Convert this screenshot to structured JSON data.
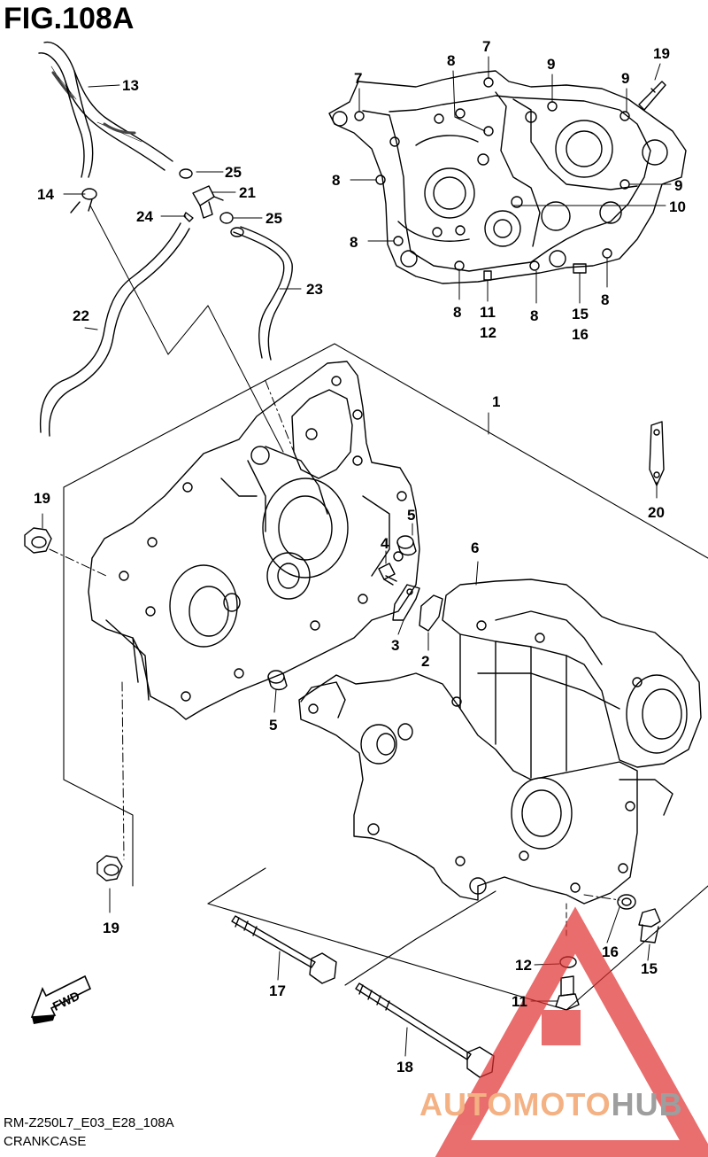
{
  "figure": {
    "title": "FIG.108A",
    "code": "RM-Z250L7_E03_E28_108A",
    "name": "CRANKCASE"
  },
  "watermark": {
    "part1": "AUTOMOTO",
    "part2": "HUB",
    "color_primary": "#e03030",
    "color_light": "#f4b183",
    "color_gray": "#9e9e9e"
  },
  "callouts": [
    {
      "id": "c1",
      "label": "1"
    },
    {
      "id": "c2",
      "label": "2"
    },
    {
      "id": "c3",
      "label": "3"
    },
    {
      "id": "c4",
      "label": "4"
    },
    {
      "id": "c5a",
      "label": "5"
    },
    {
      "id": "c5b",
      "label": "5"
    },
    {
      "id": "c6",
      "label": "6"
    },
    {
      "id": "c7a",
      "label": "7"
    },
    {
      "id": "c7b",
      "label": "7"
    },
    {
      "id": "c8a",
      "label": "8"
    },
    {
      "id": "c8b",
      "label": "8"
    },
    {
      "id": "c8c",
      "label": "8"
    },
    {
      "id": "c8d",
      "label": "8"
    },
    {
      "id": "c8e",
      "label": "8"
    },
    {
      "id": "c8f",
      "label": "8"
    },
    {
      "id": "c8g",
      "label": "8"
    },
    {
      "id": "c9a",
      "label": "9"
    },
    {
      "id": "c9b",
      "label": "9"
    },
    {
      "id": "c9c",
      "label": "9"
    },
    {
      "id": "c10",
      "label": "10"
    },
    {
      "id": "c11a",
      "label": "11"
    },
    {
      "id": "c12a",
      "label": "12"
    },
    {
      "id": "c11b",
      "label": "11"
    },
    {
      "id": "c12b",
      "label": "12"
    },
    {
      "id": "c13",
      "label": "13"
    },
    {
      "id": "c14",
      "label": "14"
    },
    {
      "id": "c15a",
      "label": "15"
    },
    {
      "id": "c16a",
      "label": "16"
    },
    {
      "id": "c15b",
      "label": "15"
    },
    {
      "id": "c16b",
      "label": "16"
    },
    {
      "id": "c17",
      "label": "17"
    },
    {
      "id": "c18",
      "label": "18"
    },
    {
      "id": "c19a",
      "label": "19"
    },
    {
      "id": "c19b",
      "label": "19"
    },
    {
      "id": "c19c",
      "label": "19"
    },
    {
      "id": "c20",
      "label": "20"
    },
    {
      "id": "c21",
      "label": "21"
    },
    {
      "id": "c22",
      "label": "22"
    },
    {
      "id": "c23",
      "label": "23"
    },
    {
      "id": "c24",
      "label": "24"
    },
    {
      "id": "c25a",
      "label": "25"
    },
    {
      "id": "c25b",
      "label": "25"
    }
  ],
  "fwd_label": "FWD"
}
